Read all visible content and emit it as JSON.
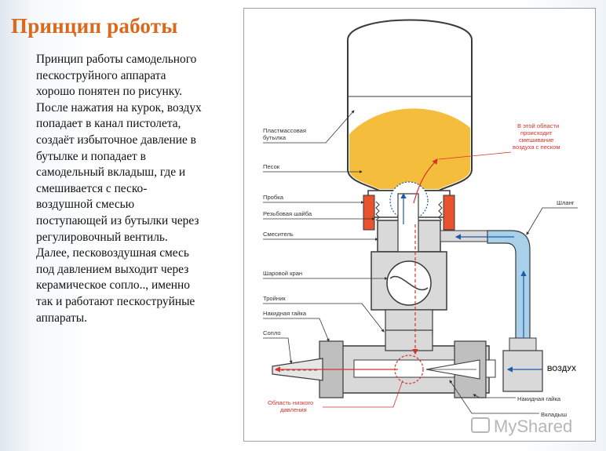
{
  "slide": {
    "title": "Принцип работы",
    "body_lines": [
      "Принцип работы самодельного",
      "пескоструйного аппарата",
      "хорошо понятен по рисунку.",
      "После нажатия на курок, воздух",
      "попадает в канал пистолета,",
      "создаёт избыточное давление в",
      "бутылке и попадает в",
      "самодельный вкладыш, где и",
      "смешивается с песко-",
      "воздушной смесью",
      "поступающей из бутылки через",
      "регулировочный вентиль.",
      "Далее, песковоздушная смесь",
      "под давлением выходит через",
      "керамическое сопло.., именно",
      "так и работают пескоструйные",
      "аппараты."
    ]
  },
  "diagram": {
    "labels": {
      "bottle_line1": "Пластмассовая",
      "bottle_line2": "бутылка",
      "sand": "Песок",
      "cap": "Пробка",
      "threaded_washer": "Резьбовая шайба",
      "mixer": "Смеситель",
      "ball_valve": "Шаровой кран",
      "tee": "Тройник",
      "union_nut_left": "Накидная гайка",
      "nozzle": "Сопло",
      "hose": "Шланг",
      "air": "ВОЗДУХ",
      "union_nut_right": "Накидная гайка",
      "insert": "Вкладыш"
    },
    "red_notes": {
      "mixing_line1": "В этой области",
      "mixing_line2": "происходит",
      "mixing_line3": "смешивание",
      "mixing_line4": "воздуха с песком",
      "low_pressure_line1": "Область низкого",
      "low_pressure_line2": "давления"
    },
    "watermark": "MyShared",
    "colors": {
      "sand": "#f5bd3c",
      "metal": "#d9d9d9",
      "outline": "#3a3a3a",
      "red": "#d8322b",
      "cap": "#e8532e",
      "hose": "#a8d0e8",
      "title": "#d9691c"
    }
  }
}
